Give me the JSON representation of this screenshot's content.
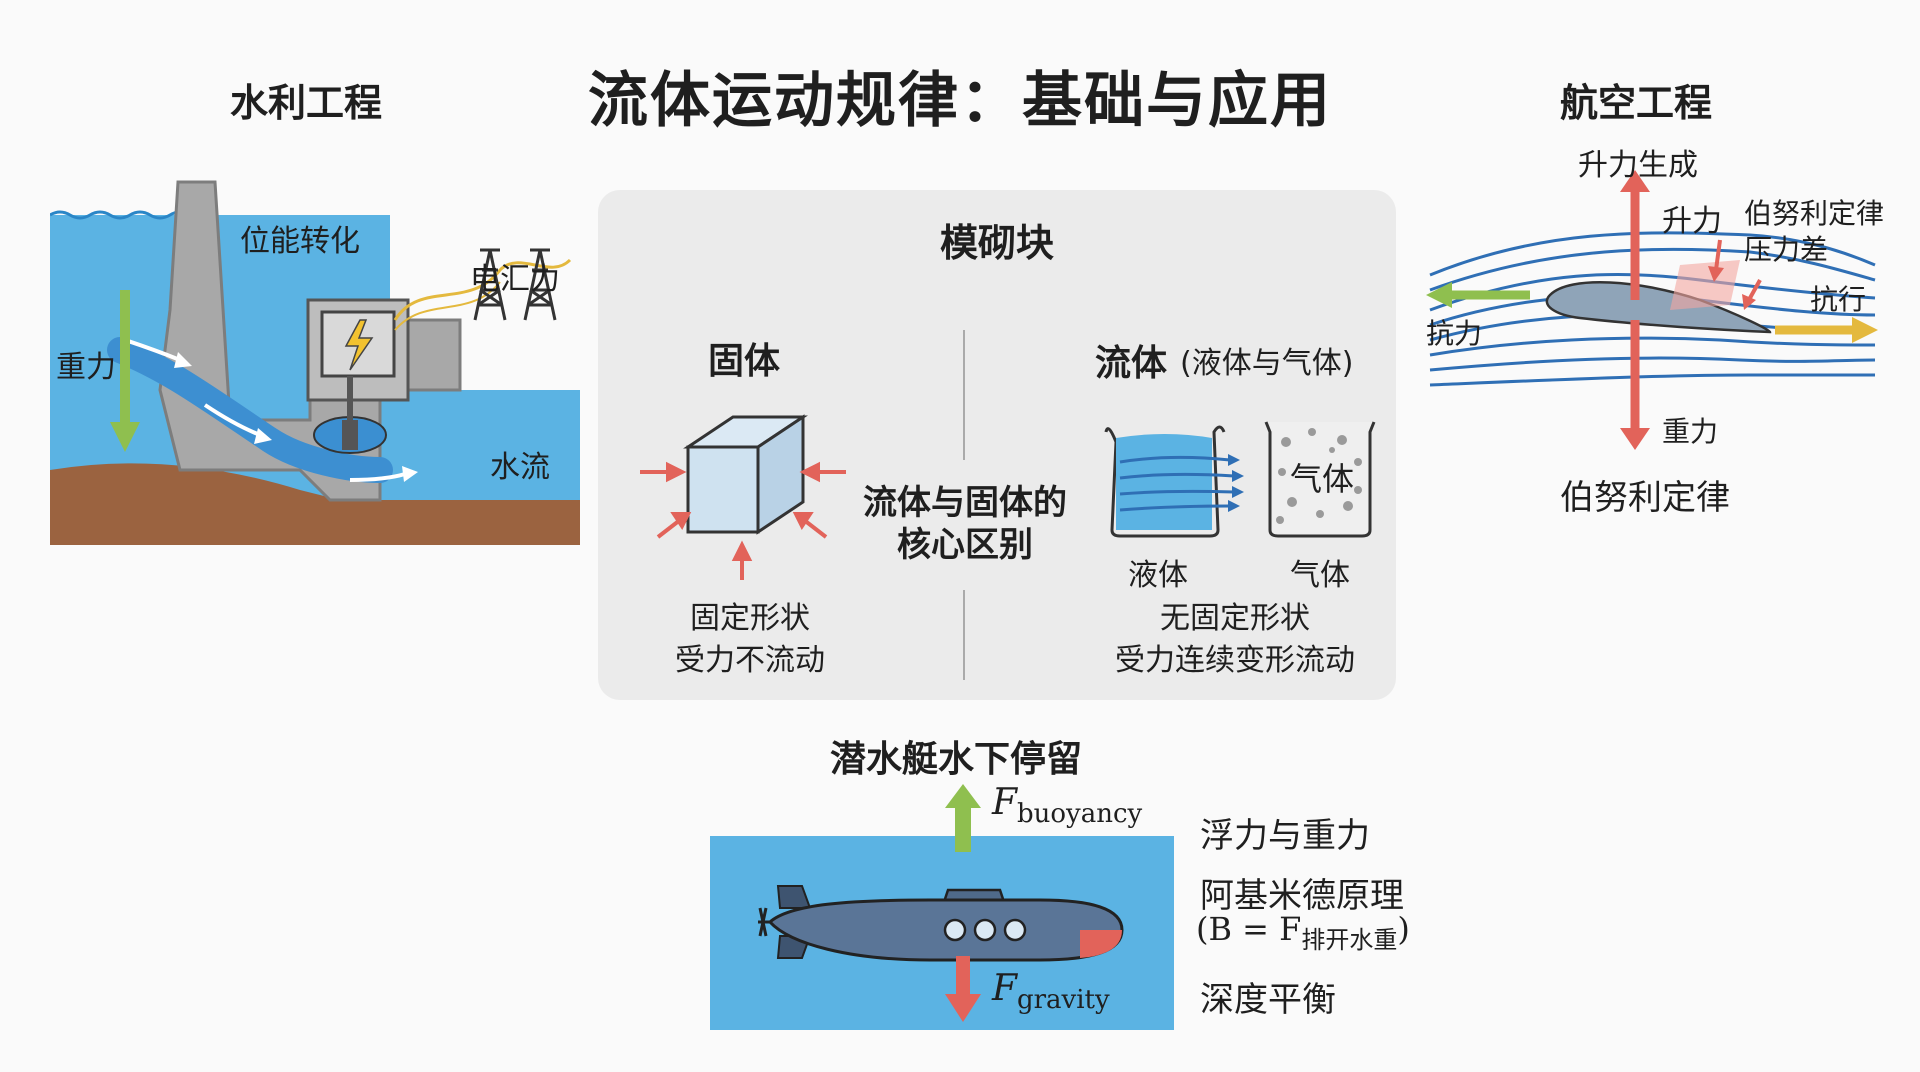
{
  "title": "流体运动规律：基础与应用",
  "hydro": {
    "title": "水利工程",
    "potential": "位能转化",
    "electric": "电汇力",
    "gravity": "重力",
    "flow": "水流"
  },
  "aero": {
    "title": "航空工程",
    "lift_gen": "升力生成",
    "lift": "升力",
    "bernoulli_note": "伯努利定律",
    "pressure_diff": "压力差",
    "drag": "抗力",
    "thrust": "抗行",
    "gravity": "重力",
    "bottom": "伯努利定律"
  },
  "block": {
    "title": "模砌块",
    "solid_title": "固体",
    "fluid_title": "流体",
    "fluid_sub": "(液体与气体)",
    "center_line1": "流体与固体的",
    "center_line2": "核心区别",
    "liquid": "液体",
    "gas": "气体",
    "gas_in_jar": "气体",
    "solid_desc1": "固定形状",
    "solid_desc2": "受力不流动",
    "fluid_desc1": "无固定形状",
    "fluid_desc2": "受力连续变形流动"
  },
  "sub": {
    "title": "潜水艇水下停留",
    "f_main": "F",
    "buoy_sub": "buoyancy",
    "grav_sub": "gravity",
    "buoy_vs_grav": "浮力与重力",
    "archimedes": "阿基米德原理",
    "formula_prefix": "(B = F",
    "formula_sub": "排开水重",
    "formula_suffix": ")",
    "depth": "深度平衡"
  },
  "colors": {
    "water": "#5bb3e3",
    "earth": "#9b6340",
    "concrete": "#a8a8a8",
    "arrow_red": "#e2635a",
    "arrow_green": "#8fbf4f",
    "arrow_yellow": "#e4b93e",
    "streamline": "#2f6fb5",
    "block_bg": "#ebebeb"
  }
}
